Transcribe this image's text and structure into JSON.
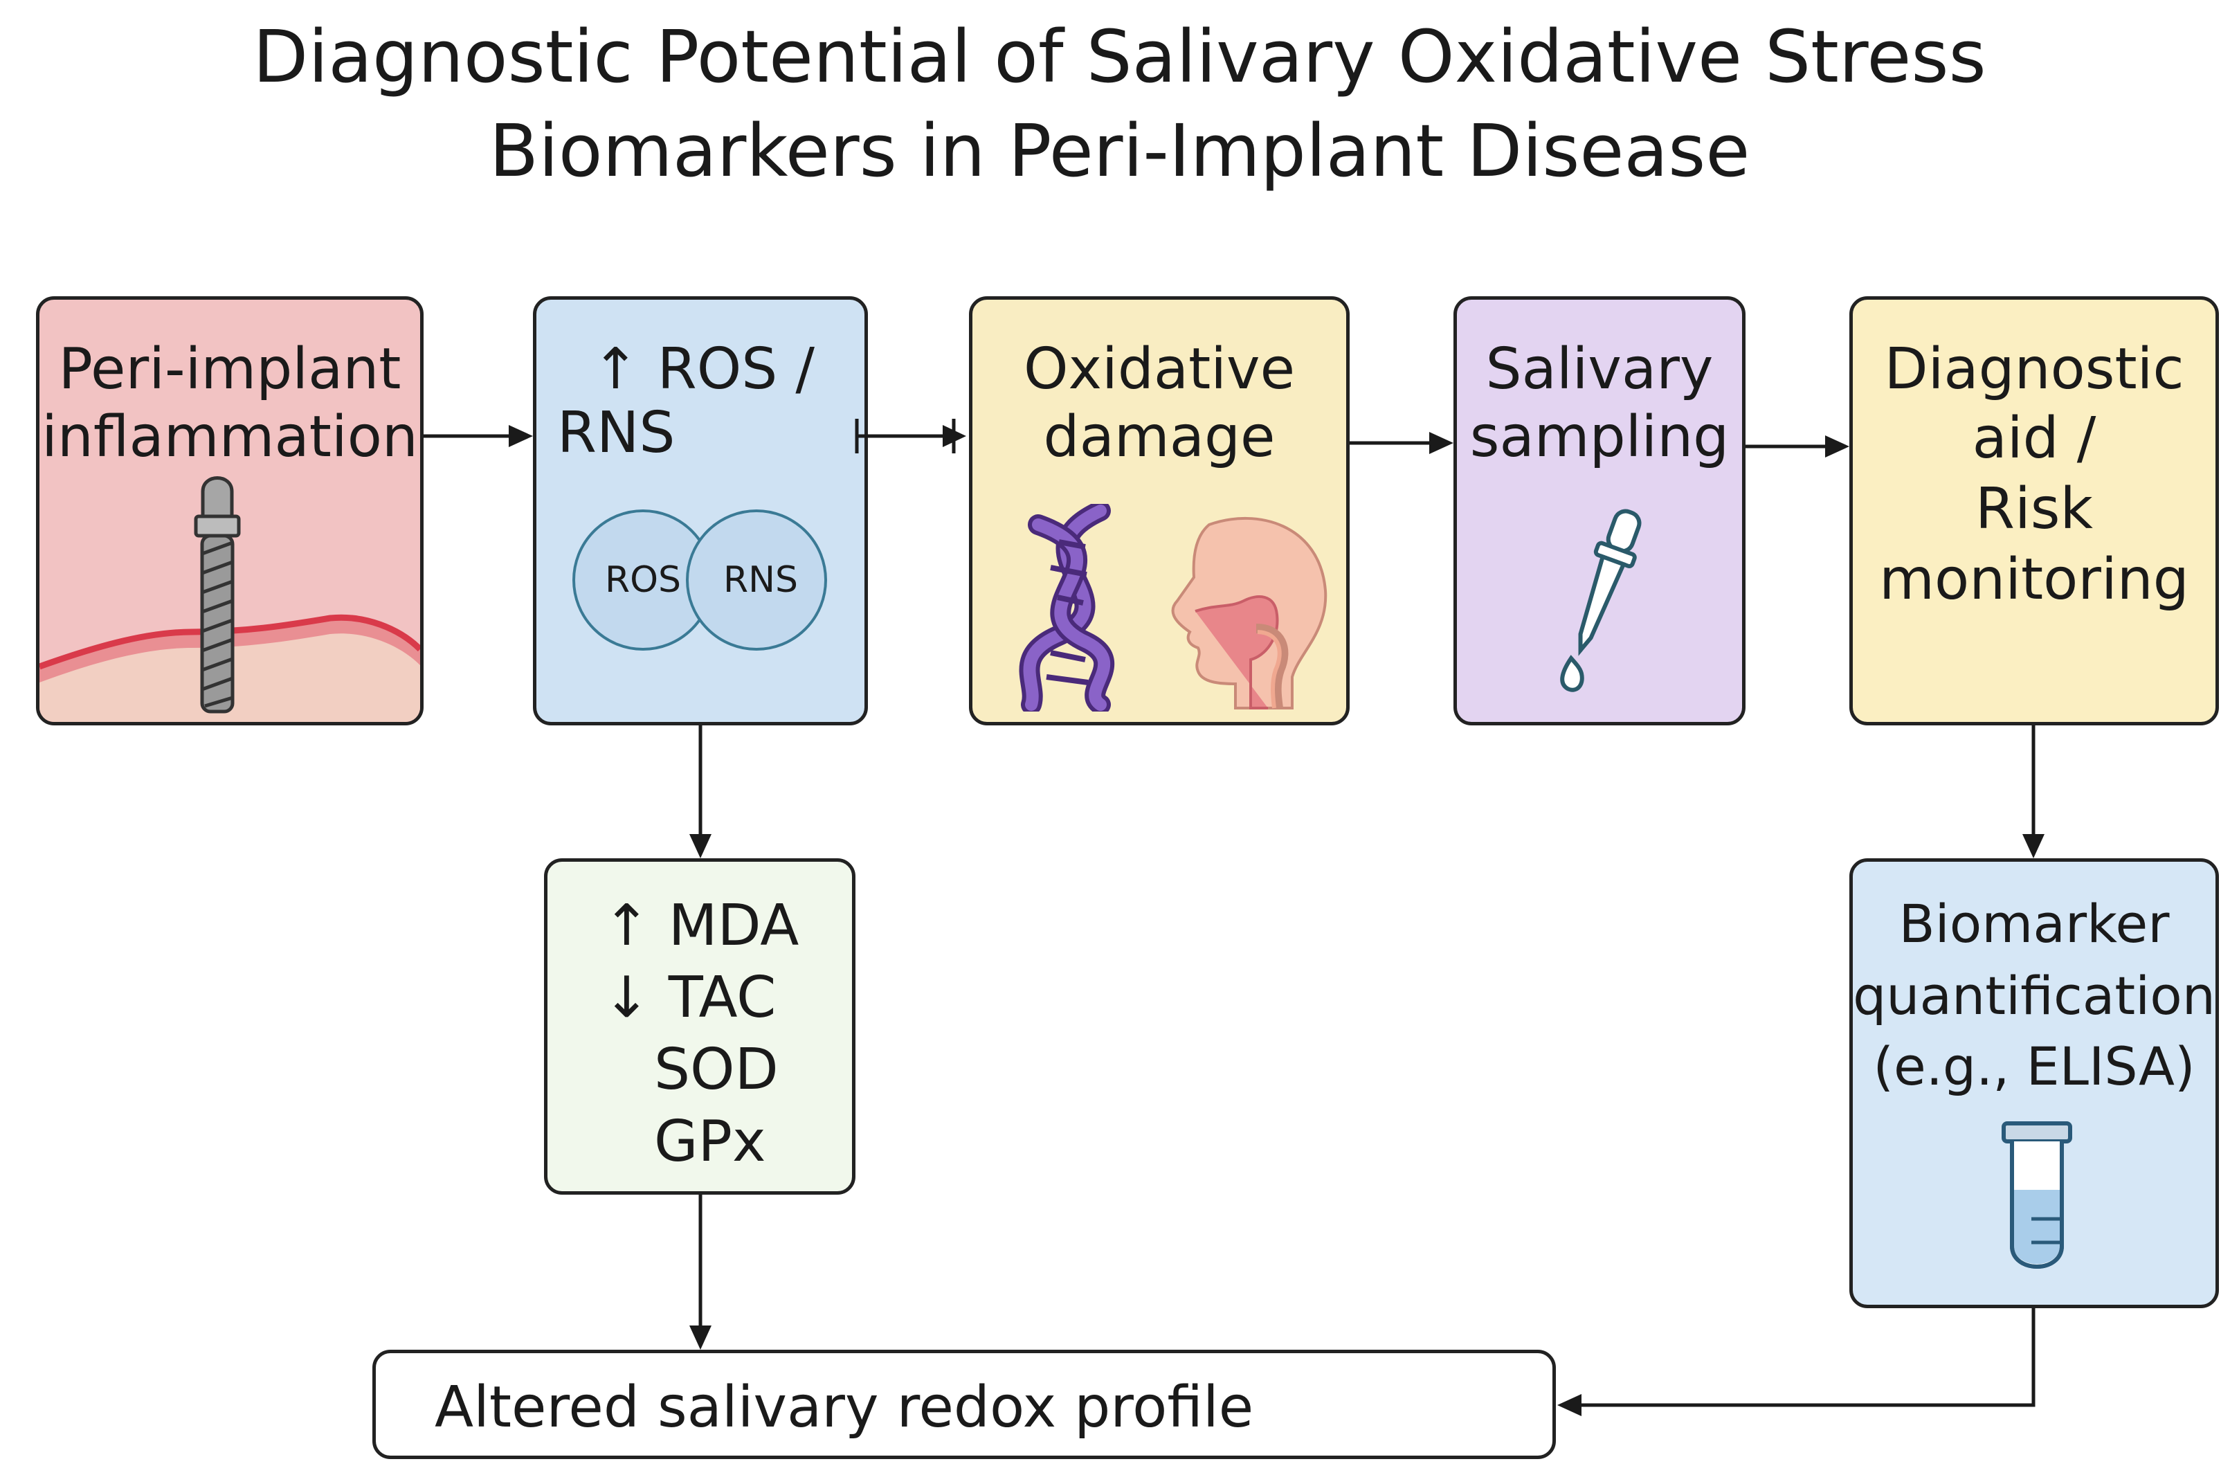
{
  "title": {
    "line1": "Diagnostic Potential of Salivary Oxidative Stress",
    "line2": "Biomarkers in Peri-Implant Disease"
  },
  "boxes": {
    "inflammation": {
      "line1": "Peri-implant",
      "line2": "inflammation",
      "color": "#f2c3c3",
      "icon": "dental-implant-icon"
    },
    "ros_rns": {
      "line1": "↑ ROS /",
      "line2": "RNS",
      "circle_left": "ROS",
      "circle_right": "RNS",
      "color": "#cfe2f3",
      "icon": "overlapping-circles-icon"
    },
    "oxidative": {
      "line1": "Oxidative",
      "line2": "damage",
      "color": "#f9edc2",
      "icons": [
        "dna-helix-icon",
        "head-profile-icon"
      ]
    },
    "sampling": {
      "line1": "Salivary",
      "line2": "sampling",
      "color": "#e3d4f1",
      "icon": "dropper-icon"
    },
    "diagnostic": {
      "line1": "Diagnostic",
      "line2": "aid /",
      "line3": "Risk",
      "line4": "monitoring",
      "color": "#fbefc2"
    },
    "markers": {
      "line1": "↑ MDA",
      "line2": "↓ TAC",
      "line3": "SOD",
      "line4": "GPx",
      "color": "#f1f8ec"
    },
    "quant": {
      "line1": "Biomarker",
      "line2": "quantification",
      "line3": "(e.g., ELISA)",
      "color": "#d6e7f6",
      "icon": "test-tube-icon"
    },
    "profile": {
      "label": "Altered salivary redox profile",
      "color": "#ffffff"
    }
  }
}
